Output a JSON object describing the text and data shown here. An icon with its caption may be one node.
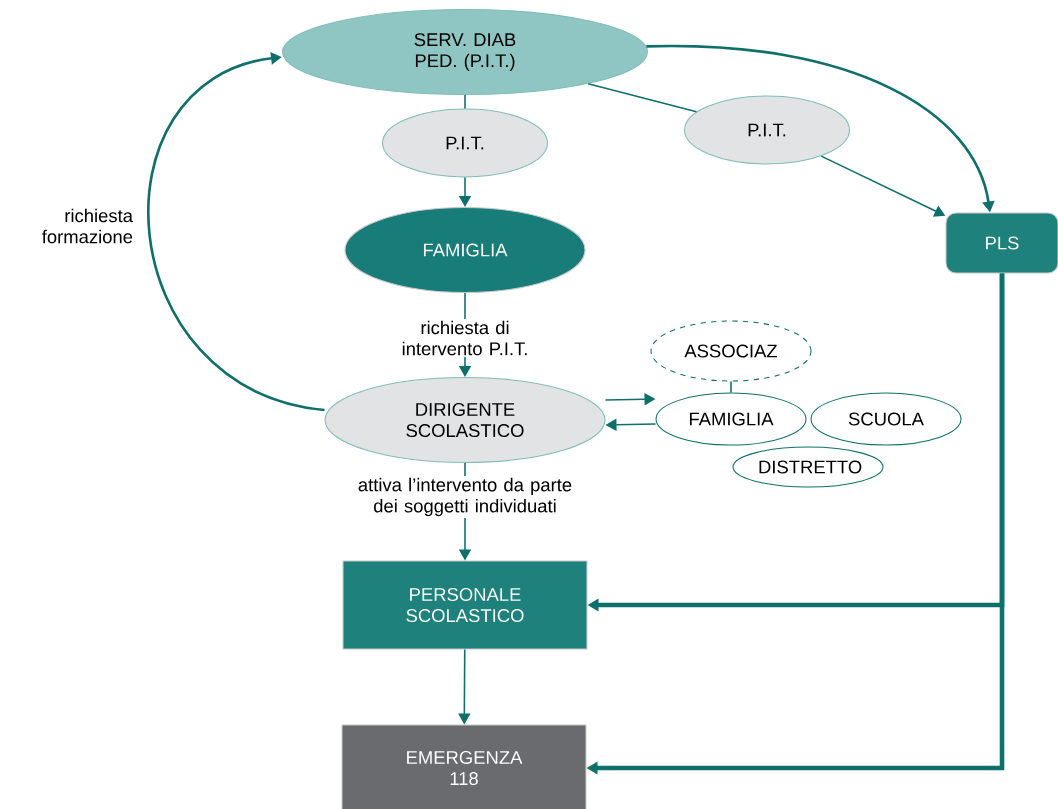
{
  "diagram": {
    "nodes": [
      {
        "text": [
          "SERV. DIAB PED. (P.I.T.)"
        ]
      },
      {
        "text": [
          "P.I.T."
        ]
      },
      {
        "text": [
          "P.I.T."
        ]
      },
      {
        "text": [
          "FAMIGLIA"
        ]
      },
      {
        "text": [
          "PLS"
        ]
      },
      {
        "text": [
          "DIRIGENTE SCOLASTICO"
        ]
      },
      {
        "text": [
          "ASSOCIAZ"
        ]
      },
      {
        "text": [
          "FAMIGLIA"
        ]
      },
      {
        "text": [
          "SCUOLA"
        ]
      },
      {
        "text": [
          "DISTRETTO"
        ]
      },
      {
        "text": [
          "PERSONALE SCOLASTICO"
        ]
      },
      {
        "text": [
          "EMERGENZA 118"
        ]
      }
    ],
    "edges": [
      {
        "from": 0,
        "to": 1,
        "arrow": "none"
      },
      {
        "from": 1,
        "to": 3,
        "arrow": "to"
      },
      {
        "from": 0,
        "to": 2,
        "arrow": "none"
      },
      {
        "from": 2,
        "to": 4,
        "arrow": "to"
      },
      {
        "from": 0,
        "to": 4,
        "arrow": "to"
      },
      {
        "from": 3,
        "to": 5,
        "arrow": "to",
        "label": "richiesta di intervento P.I.T."
      },
      {
        "from": 5,
        "to": 0,
        "arrow": "to",
        "label": "richiesta formazione"
      },
      {
        "from": 5,
        "to": 7,
        "arrow": "to"
      },
      {
        "from": 7,
        "to": 5,
        "arrow": "to"
      },
      {
        "from": 6,
        "to": 7,
        "arrow": "none"
      },
      {
        "from": 5,
        "to": 10,
        "arrow": "to",
        "label": "attiva l’intervento da parte dei soggetti individuati"
      },
      {
        "from": 10,
        "to": 11,
        "arrow": "to"
      },
      {
        "from": 4,
        "to": 10,
        "arrow": "to",
        "style": "thick"
      },
      {
        "from": 4,
        "to": 11,
        "arrow": "to",
        "style": "thick"
      }
    ]
  }
}
